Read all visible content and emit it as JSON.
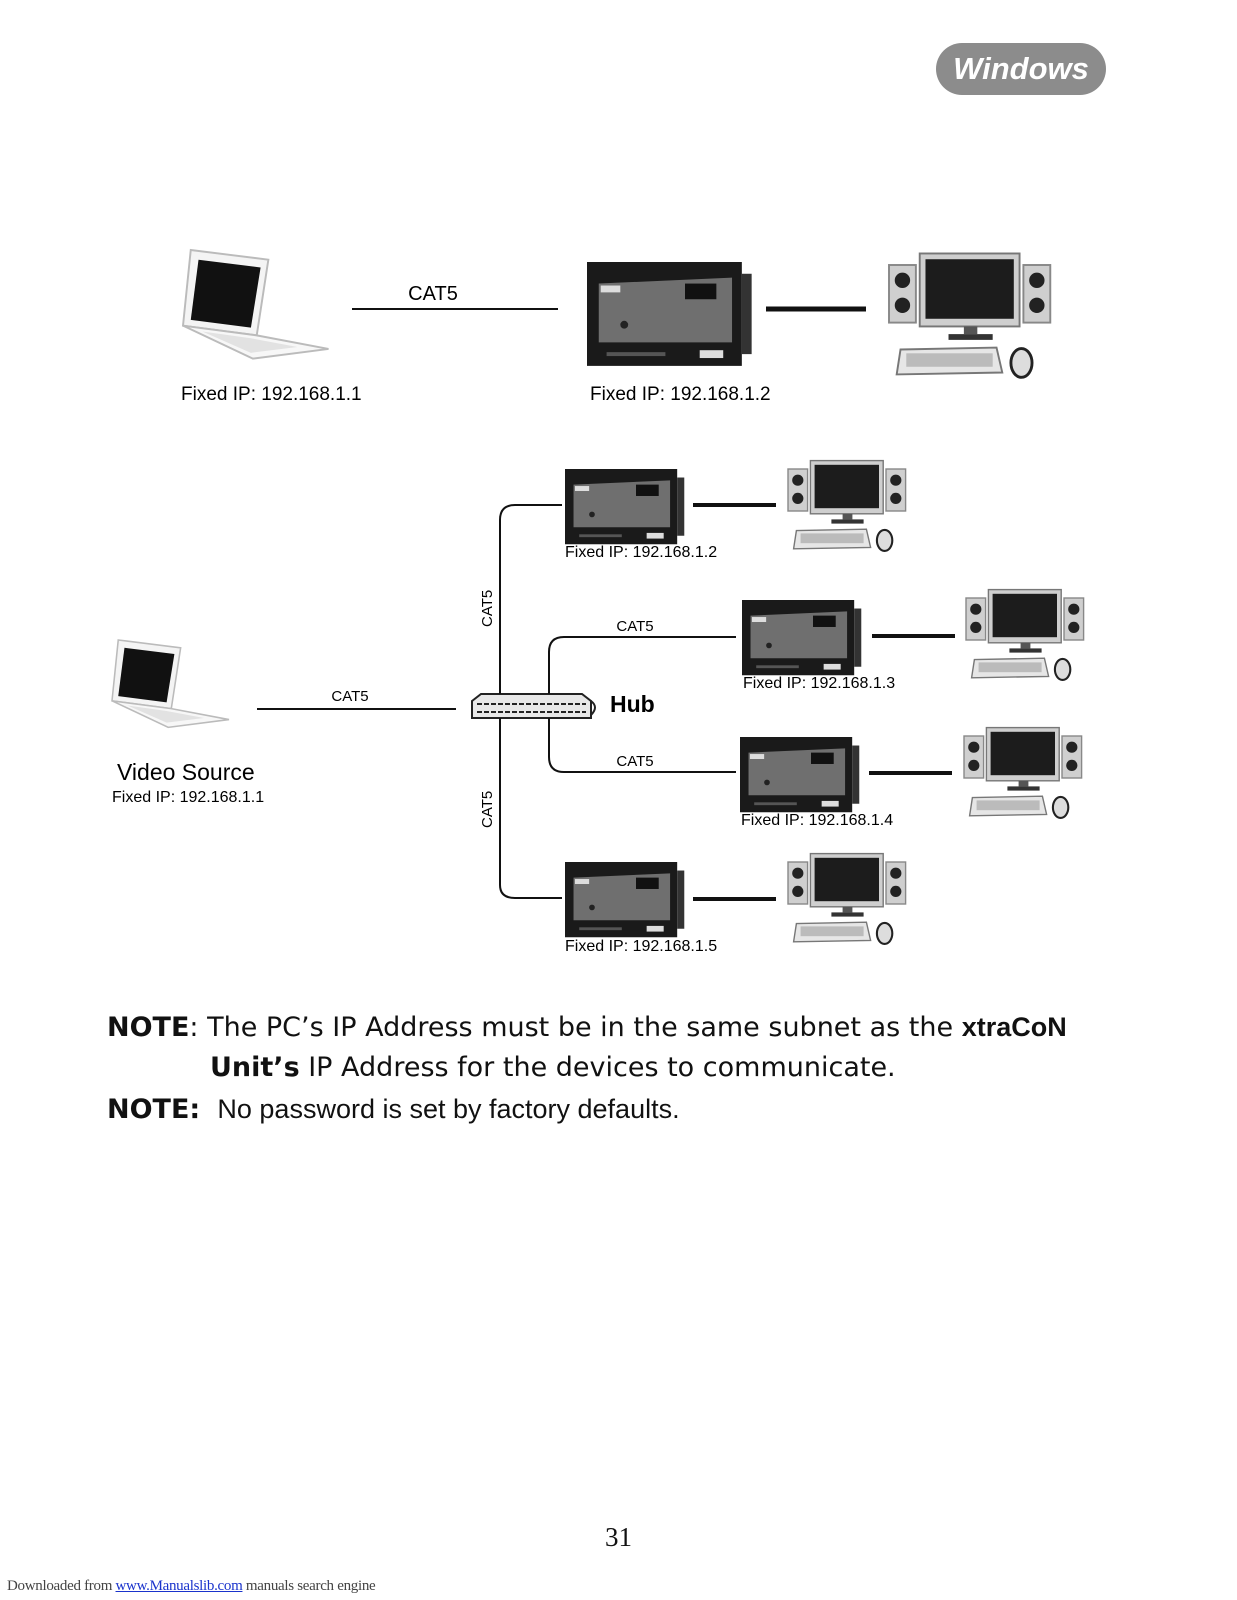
{
  "header": {
    "os_badge": "Windows"
  },
  "diagram_top": {
    "cable_label": "CAT5",
    "pc_ip": "Fixed IP: 192.168.1.1",
    "unit_ip": "Fixed IP: 192.168.1.2"
  },
  "diagram_bottom": {
    "source_title": "Video Source",
    "source_ip": "Fixed IP: 192.168.1.1",
    "cable_source": "CAT5",
    "cable_up": "CAT5",
    "cable_down": "CAT5",
    "cable_mid1": "CAT5",
    "cable_mid2": "CAT5",
    "hub_label": "Hub",
    "units": [
      {
        "ip": "Fixed IP: 192.168.1.2"
      },
      {
        "ip": "Fixed IP: 192.168.1.3"
      },
      {
        "ip": "Fixed IP: 192.168.1.4"
      },
      {
        "ip": "Fixed IP: 192.168.1.5"
      }
    ]
  },
  "notes": {
    "note1_label": "NOTE",
    "note1_text_a": ": The PC’s IP Address must be in the same subnet as the ",
    "note1_brand": "xtraCoN",
    "note1_bold_b": "Unit’s",
    "note1_text_b": " IP Address for the devices to communicate.",
    "note2_label": "NOTE:",
    "note2_text": "No password is set by factory defaults."
  },
  "page_number": "31",
  "footer": {
    "prefix": "Downloaded from ",
    "link": "www.Manualslib.com",
    "suffix": " manuals search engine"
  }
}
